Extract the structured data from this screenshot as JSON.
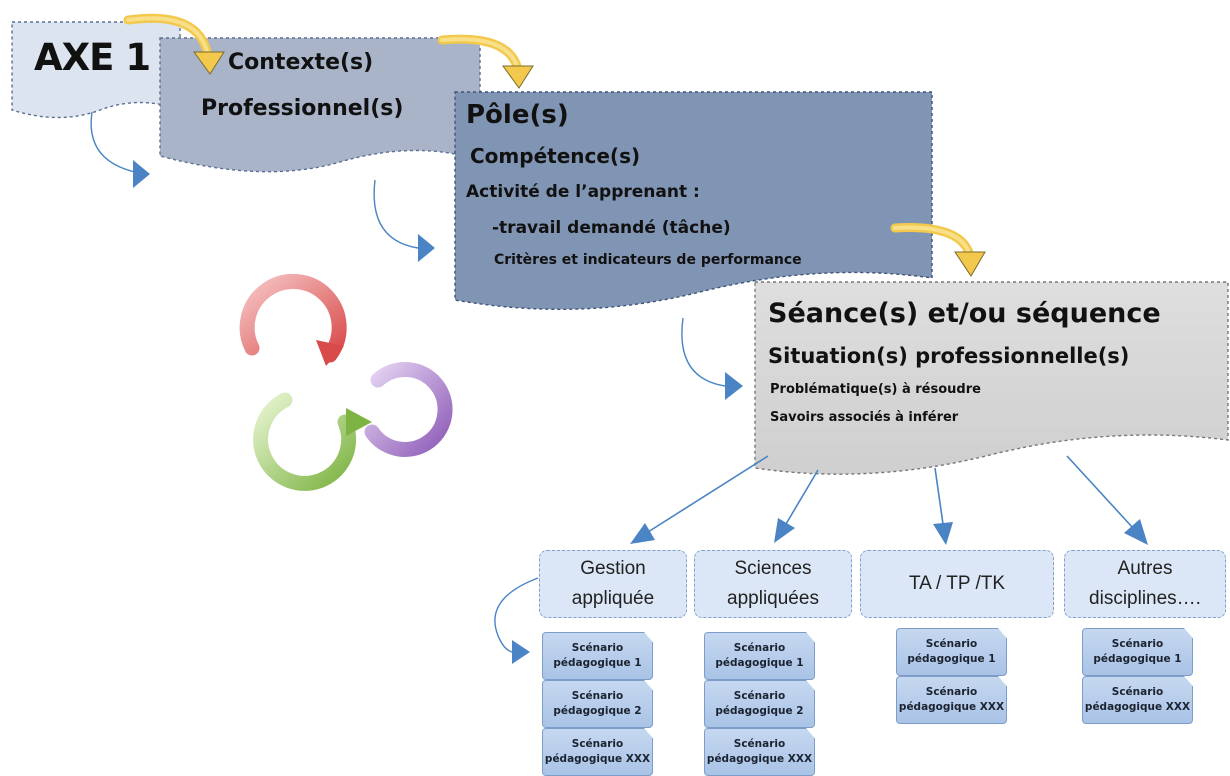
{
  "axe": {
    "label": "AXE 1"
  },
  "contexte": {
    "line1": "Contexte(s)",
    "line2": "Professionnel(s)"
  },
  "pole": {
    "title": "Pôle(s)",
    "competences": "Compétence(s)",
    "activite": "Activité de l’apprenant :",
    "travail": "-travail demandé (tâche)",
    "criteres": "Critères et indicateurs de performance"
  },
  "seance": {
    "title": "Séance(s) et/ou séquence",
    "situation": "Situation(s) professionnelle(s)",
    "problematique": "Problématique(s) à résoudre",
    "savoirs": "Savoirs associés à inférer"
  },
  "disciplines": [
    {
      "line1": "Gestion",
      "line2": "appliquée",
      "scenarios": [
        {
          "line1": "Scénario",
          "line2": "pédagogique 1"
        },
        {
          "line1": "Scénario",
          "line2": "pédagogique 2"
        },
        {
          "line1": "Scénario",
          "line2": "pédagogique XXX"
        }
      ]
    },
    {
      "line1": "Sciences",
      "line2": "appliquées",
      "scenarios": [
        {
          "line1": "Scénario",
          "line2": "pédagogique 1"
        },
        {
          "line1": "Scénario",
          "line2": "pédagogique 2"
        },
        {
          "line1": "Scénario",
          "line2": "pédagogique XXX"
        }
      ]
    },
    {
      "line1": "TA / TP /TK",
      "line2": "",
      "scenarios": [
        {
          "line1": "Scénario",
          "line2": "pédagogique 1"
        },
        {
          "line1": "Scénario",
          "line2": "pédagogique XXX"
        }
      ]
    },
    {
      "line1": "Autres",
      "line2": "disciplines….",
      "scenarios": [
        {
          "line1": "Scénario",
          "line2": "pédagogique 1"
        },
        {
          "line1": "Scénario",
          "line2": "pédagogique XXX"
        }
      ]
    }
  ],
  "colors": {
    "axe_fill": "#dce4ef",
    "contexte_fill": "#a9b4c8",
    "pole_fill": "#8094b3",
    "seance_fill": "#d7d7d7",
    "curved_arrow": "#f2c94c",
    "connector": "#4a84c4",
    "cycle_red": "#e05a5a",
    "cycle_green": "#8cc152",
    "cycle_purple": "#9b6fc0"
  }
}
